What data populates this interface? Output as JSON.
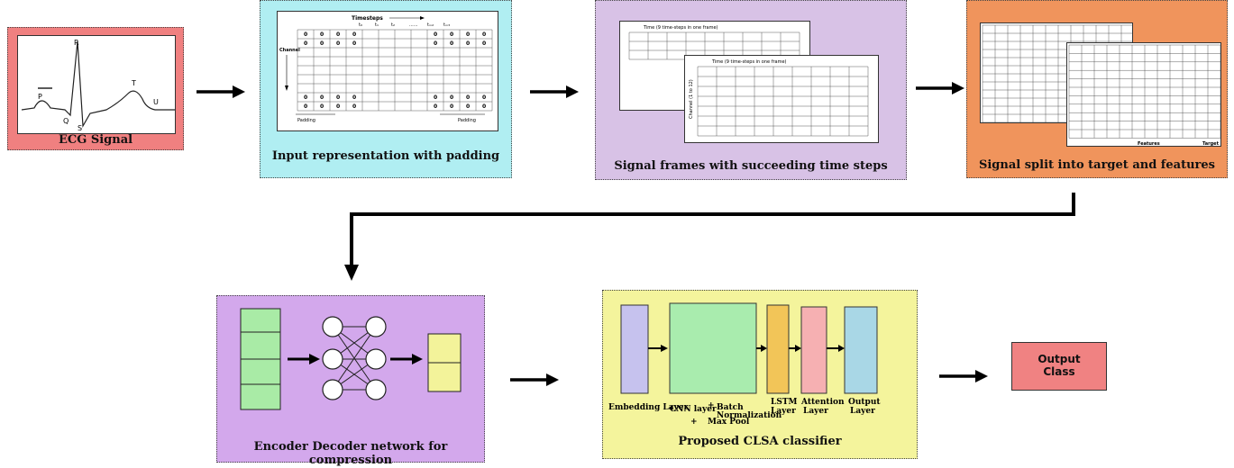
{
  "stages": {
    "ecg": {
      "caption": "ECG Signal",
      "waves": {
        "p": "P",
        "q": "Q",
        "r": "R",
        "s": "S",
        "t": "T",
        "u": "U"
      },
      "color": "#f08080"
    },
    "input_rep": {
      "caption": "Input representation with padding",
      "timesteps_label": "Timesteps",
      "channel_label": "Channel",
      "padding_left": "Padding",
      "padding_right": "Padding",
      "headers": [
        "t₀",
        "t₁",
        "t₂",
        "......",
        "tₘ₂",
        "tₘ₃"
      ],
      "zero": "0",
      "color": "#b0eef2"
    },
    "frames": {
      "caption": "Signal frames with succeeding time steps",
      "time_label_back": "Time (9 time-steps in one frame)",
      "time_label_front": "Time (9 time-steps in one frame)",
      "channel_label": "Channel (1 to 12)",
      "color": "#d8c2e6"
    },
    "split": {
      "caption": "Signal split into target and features",
      "features_label": "Features",
      "target_label": "Target",
      "color": "#f0945c"
    },
    "encoder": {
      "caption": "Encoder Decoder network for compression",
      "color": "#d3a8ec",
      "bar_color": "#a9eba6",
      "out_color": "#f3f39a"
    },
    "clsa": {
      "caption": "Proposed CLSA classifier",
      "color": "#f4f49c",
      "embedding": "Embedding Layer",
      "cnn": "CNN layer",
      "plus1": "+",
      "batch_norm": "Batch Normalization",
      "plus2": "+",
      "max_pool": "Max Pool",
      "lstm": "LSTM Layer",
      "attention": "Attention Layer",
      "output_layer": "Output Layer",
      "embedding_color": "#c6c2ee",
      "cnn_color": "#a9ecae",
      "lstm_color": "#f2c558",
      "attention_color": "#f6b0b2",
      "output_color": "#a9d7e6"
    },
    "output": {
      "label": "Output Class",
      "color": "#f08282"
    }
  }
}
